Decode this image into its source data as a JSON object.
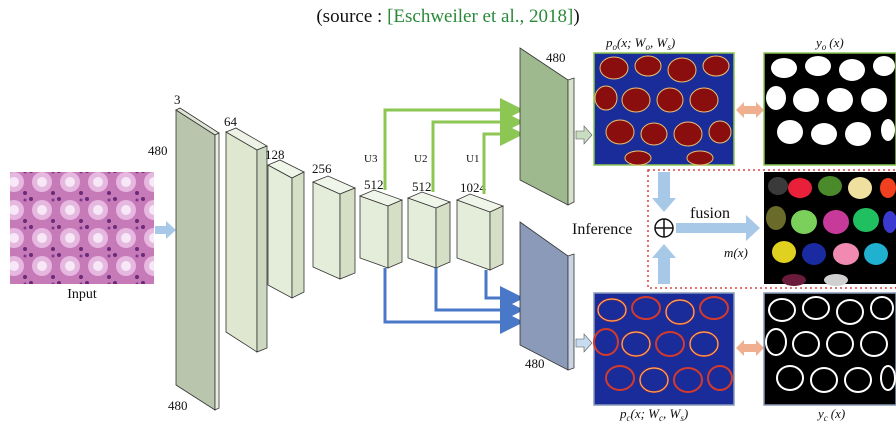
{
  "caption": {
    "open": "(source : ",
    "bracket_open": "[",
    "citation": "Eschweiler et al., 2018",
    "bracket_close": "]",
    "close": ")"
  },
  "labels": {
    "input": "Input",
    "enc_ch1": "3",
    "enc_ch2": "64",
    "enc_ch3": "128",
    "enc_ch4": "256",
    "enc_ch5": "512",
    "enc_ch6": "512",
    "enc_ch7": "1024",
    "dim_top": "480",
    "dim_bottom": "480",
    "u3": "U3",
    "u2": "U2",
    "u1": "U1",
    "out_top_dim": "480",
    "out_bottom_dim": "480",
    "p_o": "p",
    "p_o_sub": "o",
    "p_o_args": "(x; W",
    "p_o_w1": "o",
    "p_o_comma": ", W",
    "p_o_w2": "s",
    "p_o_close": ")",
    "y_o": "y",
    "y_o_sub": "o",
    "y_o_args": "(x)",
    "inference": "Inference",
    "fusion": "fusion",
    "m_x": "m(x)",
    "p_c": "p",
    "p_c_sub": "c",
    "p_c_args": "(x; W",
    "p_c_w1": "c",
    "p_c_comma": ", W",
    "p_c_w2": "s",
    "p_c_close": ")",
    "y_c": "y",
    "y_c_sub": "c",
    "y_c_args": "(x)"
  },
  "colors": {
    "encoder_face": "#b9c6ad",
    "decoder_top": "#9fb98e",
    "decoder_bottom": "#8a9ab8",
    "arrow_green": "#8cc653",
    "arrow_blue": "#4a78c8",
    "arrow_light": "#a8c8e8",
    "dashed_red": "#d42020",
    "citation_green": "#2a8a3a"
  }
}
